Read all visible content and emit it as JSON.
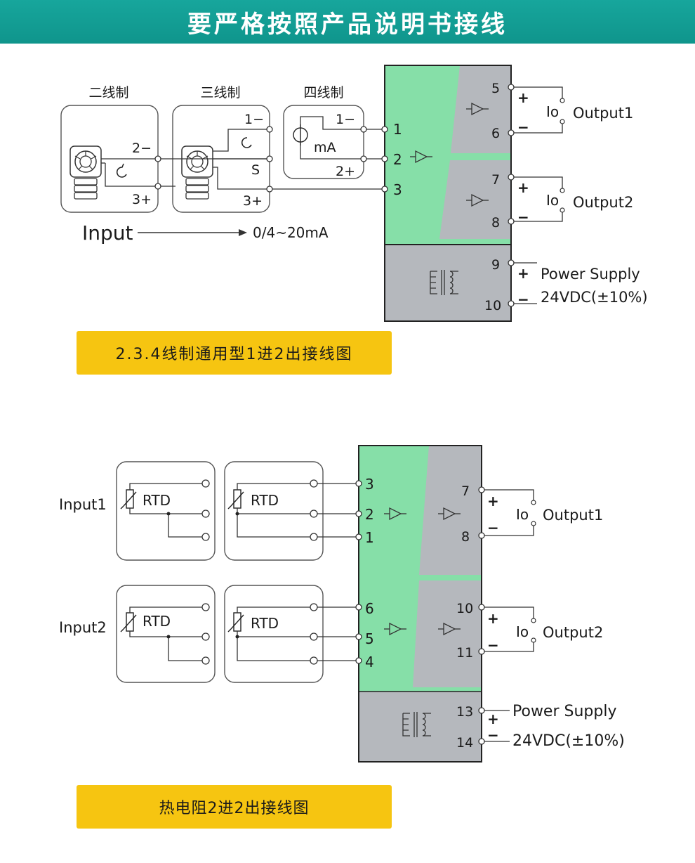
{
  "header": {
    "title": "要严格按照产品说明书接线"
  },
  "diagram1": {
    "wiring_labels": [
      "二线制",
      "三线制",
      "四线制"
    ],
    "two_wire_terminals": [
      "2−",
      "3+"
    ],
    "three_wire_terminals": [
      "1−",
      "S",
      "3+"
    ],
    "four_wire_terminals": [
      "1−",
      "2+"
    ],
    "four_wire_unit": "mA",
    "input_label": "Input",
    "input_range": "0/4~20mA",
    "input_terminals": [
      "1",
      "2",
      "3"
    ],
    "output1": {
      "pos_terminal": "5",
      "neg_terminal": "6",
      "current": "Io",
      "label": "Output1"
    },
    "output2": {
      "pos_terminal": "7",
      "neg_terminal": "8",
      "current": "Io",
      "label": "Output2"
    },
    "power": {
      "pos_terminal": "9",
      "neg_terminal": "10",
      "label": "Power Supply",
      "voltage": "24VDC(±10%)"
    },
    "plus_sign": "+",
    "minus_sign": "−",
    "caption": "2.3.4线制通用型1进2出接线图"
  },
  "diagram2": {
    "input1_label": "Input1",
    "input2_label": "Input2",
    "sensor_label": "RTD",
    "input1_terminals": [
      "3",
      "2",
      "1"
    ],
    "input2_terminals": [
      "6",
      "5",
      "4"
    ],
    "output1": {
      "pos_terminal": "7",
      "neg_terminal": "8",
      "current": "Io",
      "label": "Output1"
    },
    "output2": {
      "pos_terminal": "10",
      "neg_terminal": "11",
      "current": "Io",
      "label": "Output2"
    },
    "power": {
      "pos_terminal": "13",
      "neg_terminal": "14",
      "label": "Power Supply",
      "voltage": "24VDC(±10%)"
    },
    "plus_sign": "+",
    "minus_sign": "−",
    "caption": "热电阻2进2出接线图"
  },
  "colors": {
    "header_teal": "#13a096",
    "module_green": "#86dfa8",
    "module_gray": "#b5b8bd",
    "caption_yellow": "#f6c511"
  }
}
